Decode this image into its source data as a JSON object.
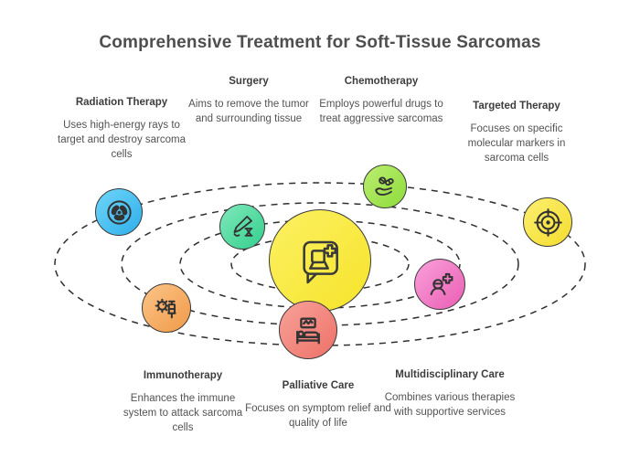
{
  "title": "Comprehensive Treatment for Soft-Tissue Sarcomas",
  "center": {
    "icon": "medical-consultation-icon",
    "color": "#f6e32a",
    "color_light": "#fcf163"
  },
  "orbit_style": {
    "line_color": "#2f2f2f",
    "dash": "7 6",
    "count": 4
  },
  "treatments": [
    {
      "id": "radiation-therapy",
      "label": "Radiation Therapy",
      "description": "Uses high-energy rays to target and destroy sarcoma cells",
      "icon": "radiation-icon",
      "color": "#2eaeea",
      "color_light": "#6fd6fa"
    },
    {
      "id": "surgery",
      "label": "Surgery",
      "description": "Aims to remove the tumor and surrounding tissue",
      "icon": "scalpel-icon",
      "color": "#34cf8e",
      "color_light": "#7fe9bb"
    },
    {
      "id": "chemotherapy",
      "label": "Chemotherapy",
      "description": "Employs powerful drugs to treat aggressive sarcomas",
      "icon": "pills-in-hand-icon",
      "color": "#8edc3c",
      "color_light": "#bcee70"
    },
    {
      "id": "targeted-therapy",
      "label": "Targeted Therapy",
      "description": "Focuses on specific molecular markers in sarcoma cells",
      "icon": "target-icon",
      "color": "#f4dd2e",
      "color_light": "#fcef70"
    },
    {
      "id": "immunotherapy",
      "label": "Immunotherapy",
      "description": "Enhances the immune system to attack sarcoma cells",
      "icon": "virus-syringe-icon",
      "color": "#f09a47",
      "color_light": "#fcc489"
    },
    {
      "id": "palliative-care",
      "label": "Palliative Care",
      "description": "Focuses on symptom relief and quality of life",
      "icon": "hospital-bed-icon",
      "color": "#ed7168",
      "color_light": "#f8a29a"
    },
    {
      "id": "multidisciplinary-care",
      "label": "Multidisciplinary Care",
      "description": "Combines various therapies with supportive services",
      "icon": "care-team-icon",
      "color": "#eb5eb4",
      "color_light": "#f9a0da"
    }
  ]
}
